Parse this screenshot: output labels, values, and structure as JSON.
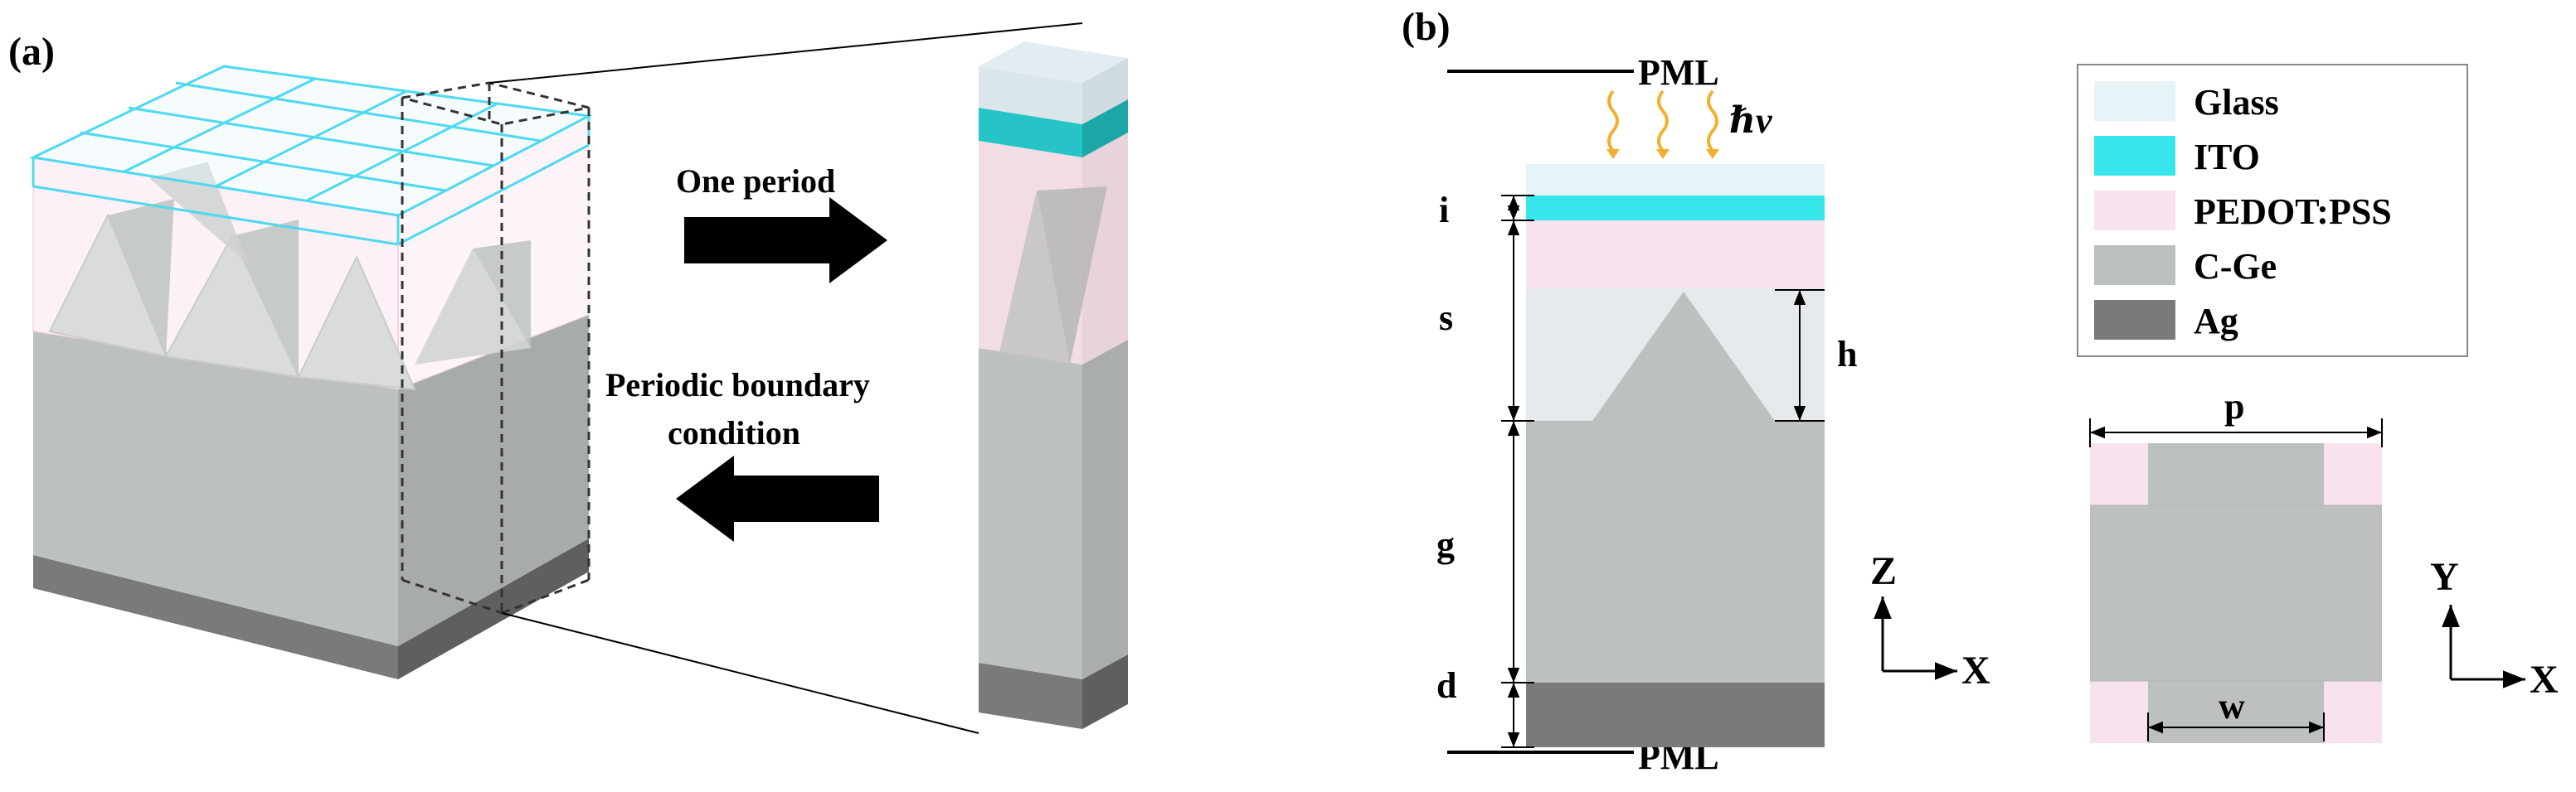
{
  "panel_a": {
    "label": "(a)",
    "arrow_right_label": "One period",
    "arrow_left_label_line1": "Periodic boundary",
    "arrow_left_label_line2": "condition"
  },
  "panel_b": {
    "label": "(b)",
    "pml_top": "PML",
    "pml_bottom": "PML",
    "light_label": "ℏν",
    "dims": {
      "i": "i",
      "s": "s",
      "h": "h",
      "g": "g",
      "d": "d",
      "p": "p",
      "w": "w"
    },
    "axes_xz": {
      "vertical": "Z",
      "horizontal": "X"
    },
    "axes_xy": {
      "vertical": "Y",
      "horizontal": "X"
    }
  },
  "legend": [
    {
      "label": "Glass",
      "color": "#e6f4f8"
    },
    {
      "label": "ITO",
      "color": "#37e6ea"
    },
    {
      "label": "PEDOT:PSS",
      "color": "#f8e2ee"
    },
    {
      "label": "C-Ge",
      "color": "#bcc0bf"
    },
    {
      "label": "Ag",
      "color": "#7a7a7a"
    }
  ],
  "colors": {
    "glass": "#e6f4f8",
    "ito": "#37e6ea",
    "pedot": "#f8e2ee",
    "cge": "#bcc0bf",
    "cge_dark": "#a9aeac",
    "ag": "#7a7a7a",
    "ag_dark": "#5f5f5f",
    "photon": "#f0b030",
    "grid": "#4fd9ee"
  }
}
